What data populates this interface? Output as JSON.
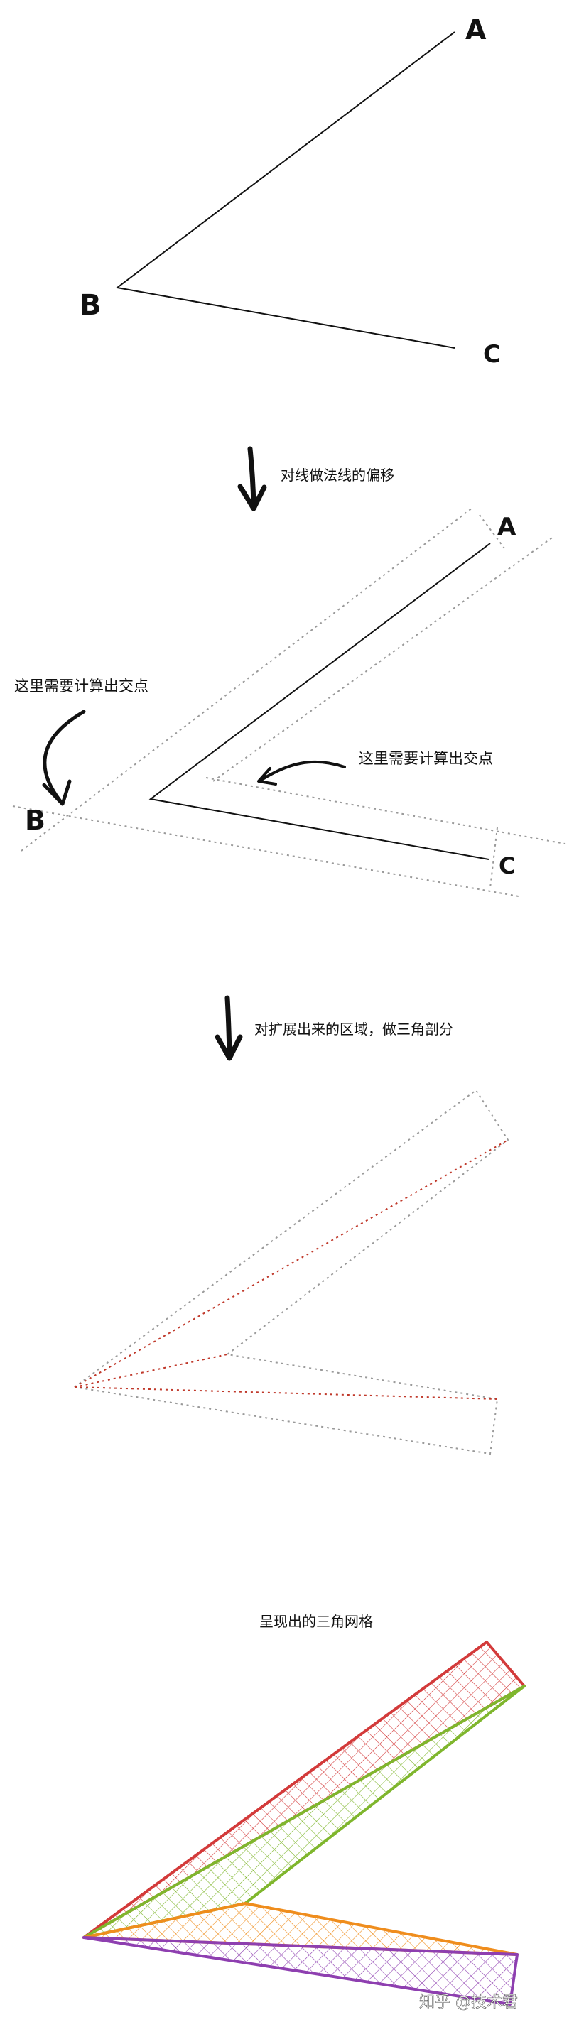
{
  "labels": {
    "a": "A",
    "b": "B",
    "c": "C"
  },
  "captions": {
    "step1": "对线做法线的偏移",
    "need_intersect_left": "这里需要计算出交点",
    "need_intersect_right": "这里需要计算出交点",
    "step2": "对扩展出来的区域，做三角剖分",
    "step3": "呈现出的三角网格"
  },
  "watermark": "知乎 @技术君",
  "colors": {
    "line": "#111111",
    "dotted_gray": "#9a9a9a",
    "dotted_red": "#c0392b",
    "red": "#d33a3a",
    "green": "#7fb62d",
    "orange": "#ef8d1d",
    "purple": "#8e3fb0"
  }
}
